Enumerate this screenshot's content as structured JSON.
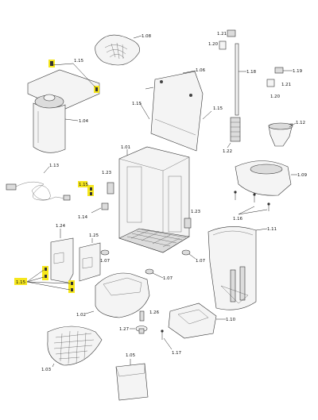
{
  "diagram": {
    "labels": {
      "l101": "1.01",
      "l102": "1.02",
      "l103": "1.03",
      "l104": "1.04",
      "l105": "1.05",
      "l106": "1.06",
      "l107a": "1.07",
      "l107b": "1.07",
      "l107c": "1.07",
      "l108": "1.08",
      "l109": "1.09",
      "l110": "1.10",
      "l111": "1.11",
      "l112": "1.12",
      "l113": "1.13",
      "l114": "1.14",
      "l115a": "1.15",
      "l115b": "1.15",
      "l115c": "1.15",
      "l115d": "1.15",
      "l116a": "1.16",
      "l116b": "1.16",
      "l117": "1.17",
      "l118": "1.18",
      "l119": "1.19",
      "l120a": "1.20",
      "l120b": "1.20",
      "l121a": "1.21",
      "l121b": "1.21",
      "l122": "1.22",
      "l123a": "1.23",
      "l123b": "1.23",
      "l124": "1.24",
      "l125": "1.25",
      "l126": "1.26",
      "l127": "1.27"
    },
    "highlight_color": "#f5e61d"
  }
}
